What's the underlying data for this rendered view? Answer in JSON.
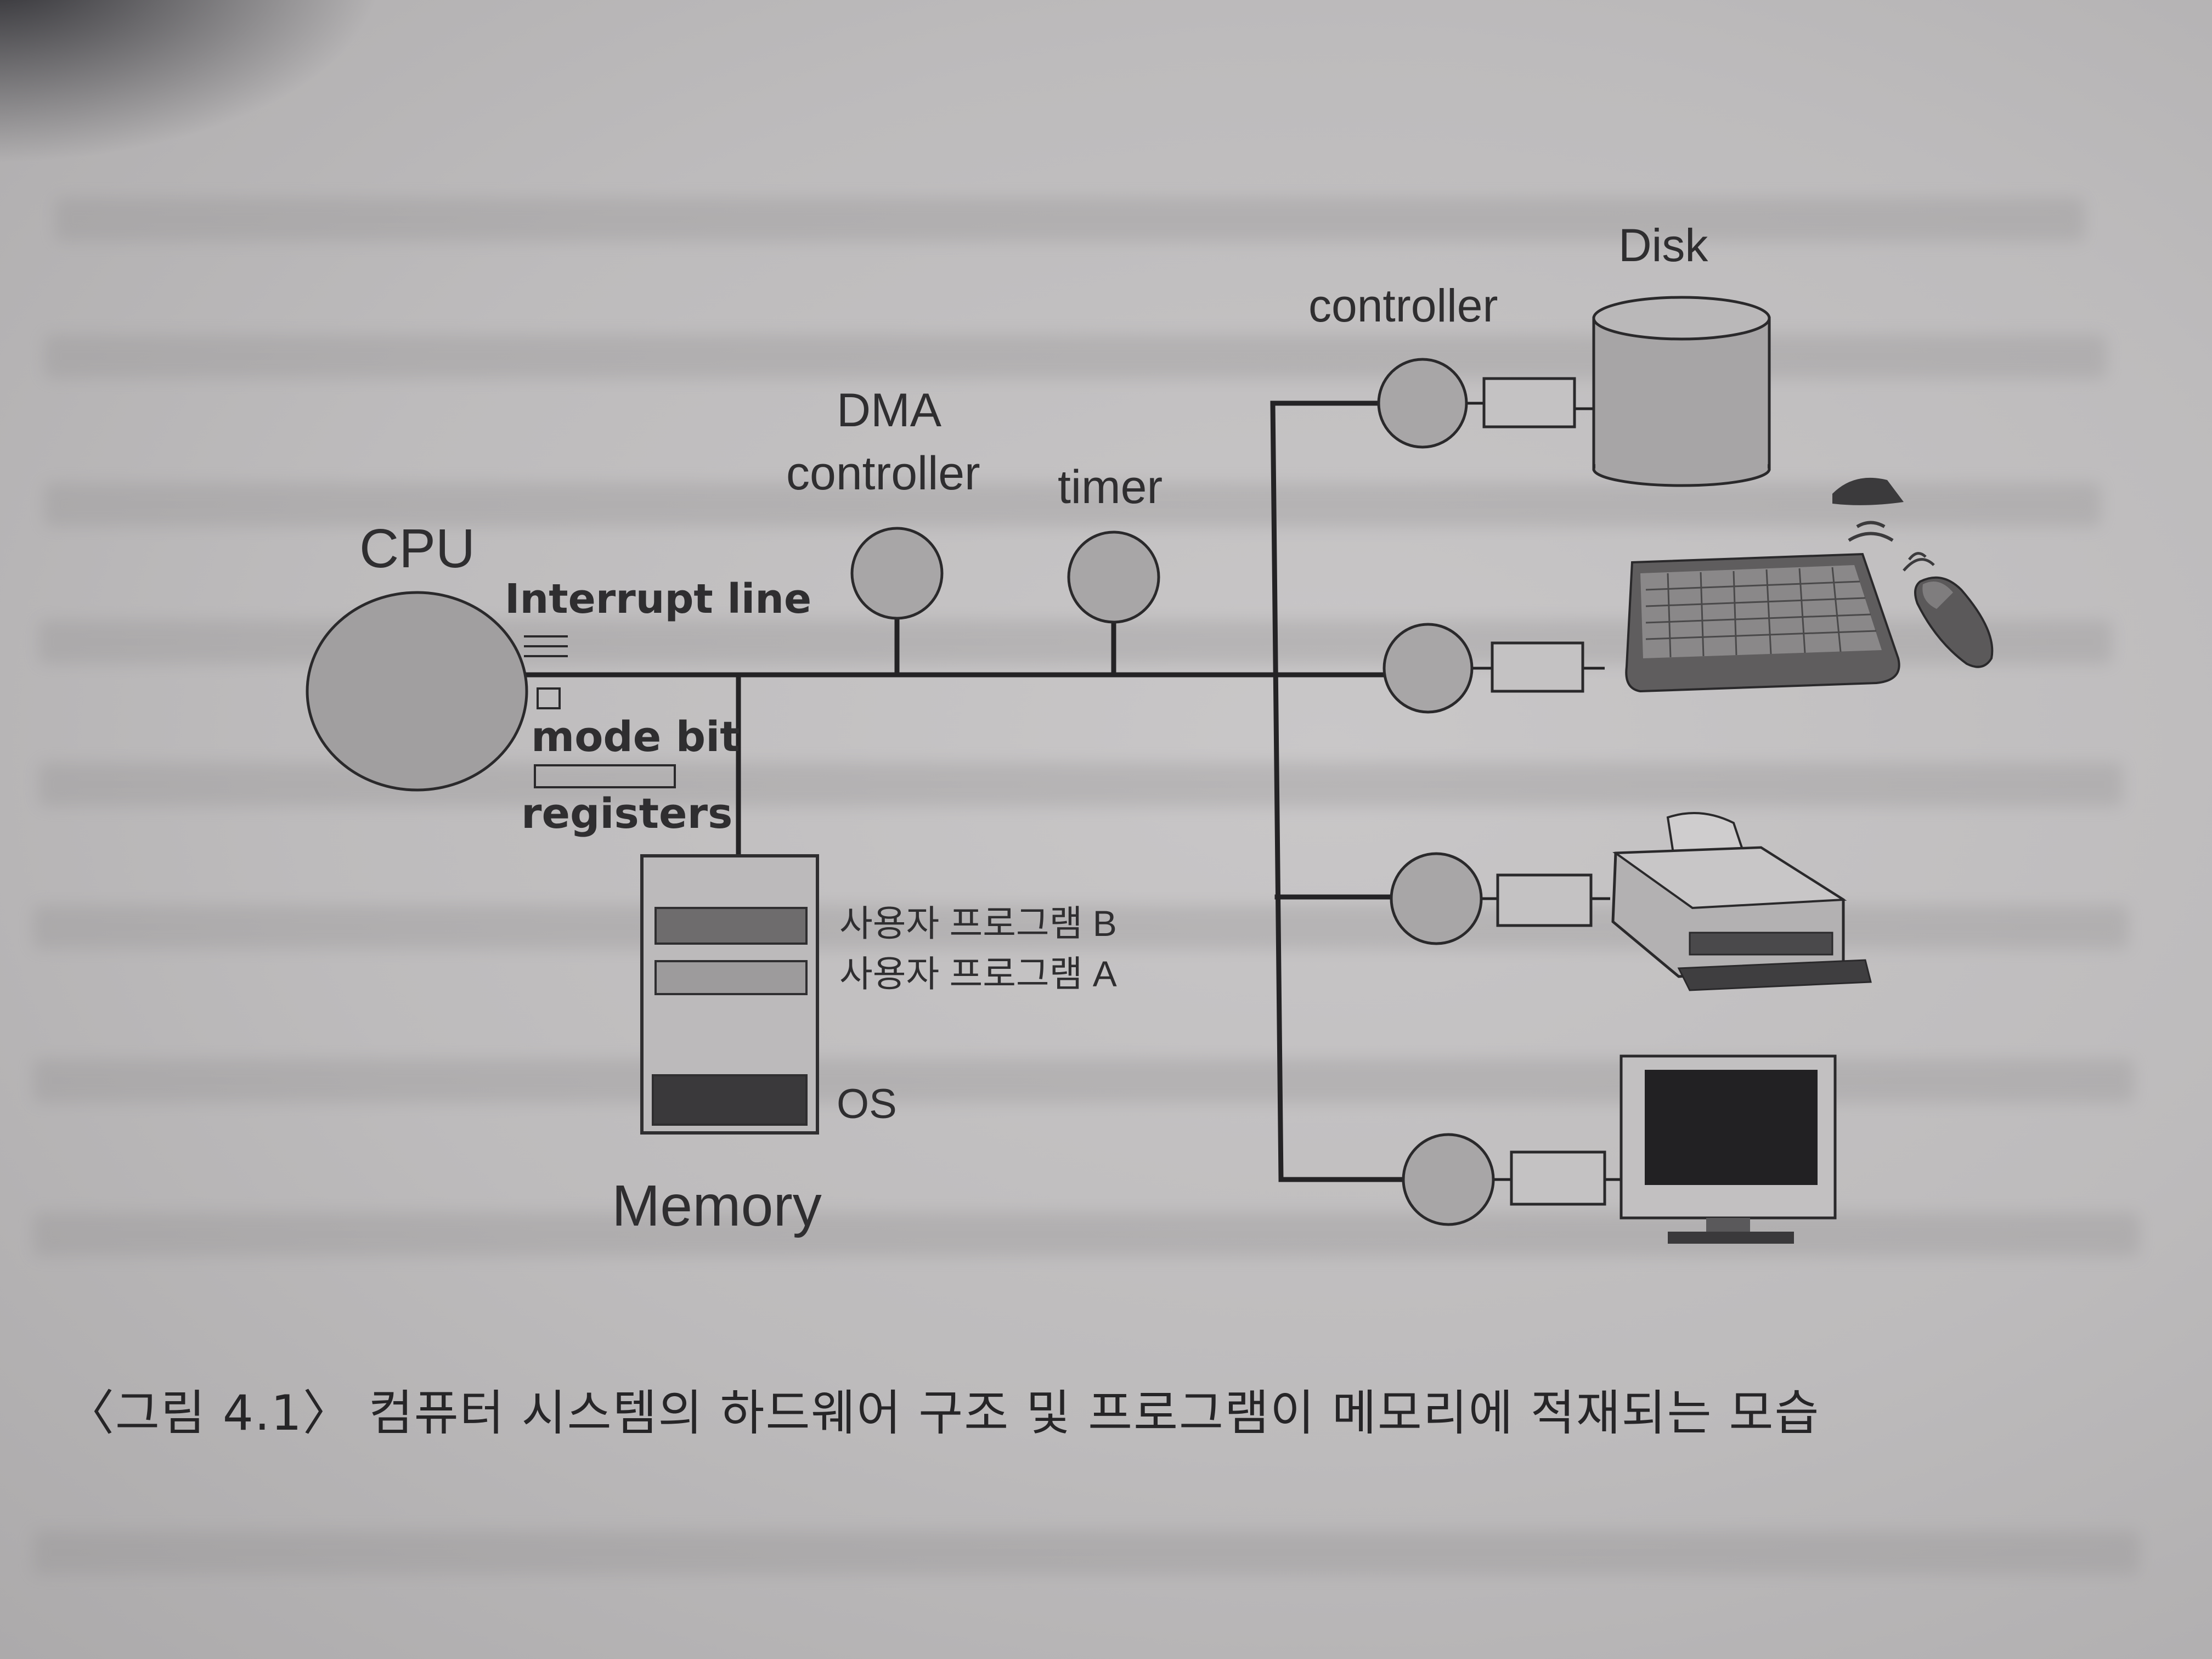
{
  "labels": {
    "cpu": "CPU",
    "interrupt_line": "Interrupt line",
    "mode_bit": "mode bit",
    "registers": "registers",
    "dma": "DMA",
    "dma_controller": "controller",
    "timer": "timer",
    "controller": "controller",
    "disk": "Disk",
    "user_program_b": "사용자 프로그램 B",
    "user_program_a": "사용자 프로그램 A",
    "os": "OS",
    "memory": "Memory"
  },
  "caption": "〈그림 4.1〉 컴퓨터 시스템의 하드웨어 구조 및 프로그램이 메모리에 적재되는 모습",
  "icons": [
    "disk-icon",
    "keyboard-icon",
    "mouse-icon",
    "wireless-receiver-icon",
    "printer-icon",
    "monitor-icon"
  ],
  "colors": {
    "paper": "#c9c7c8",
    "ink": "#242325",
    "circle_fill": "#a8a6a7"
  }
}
